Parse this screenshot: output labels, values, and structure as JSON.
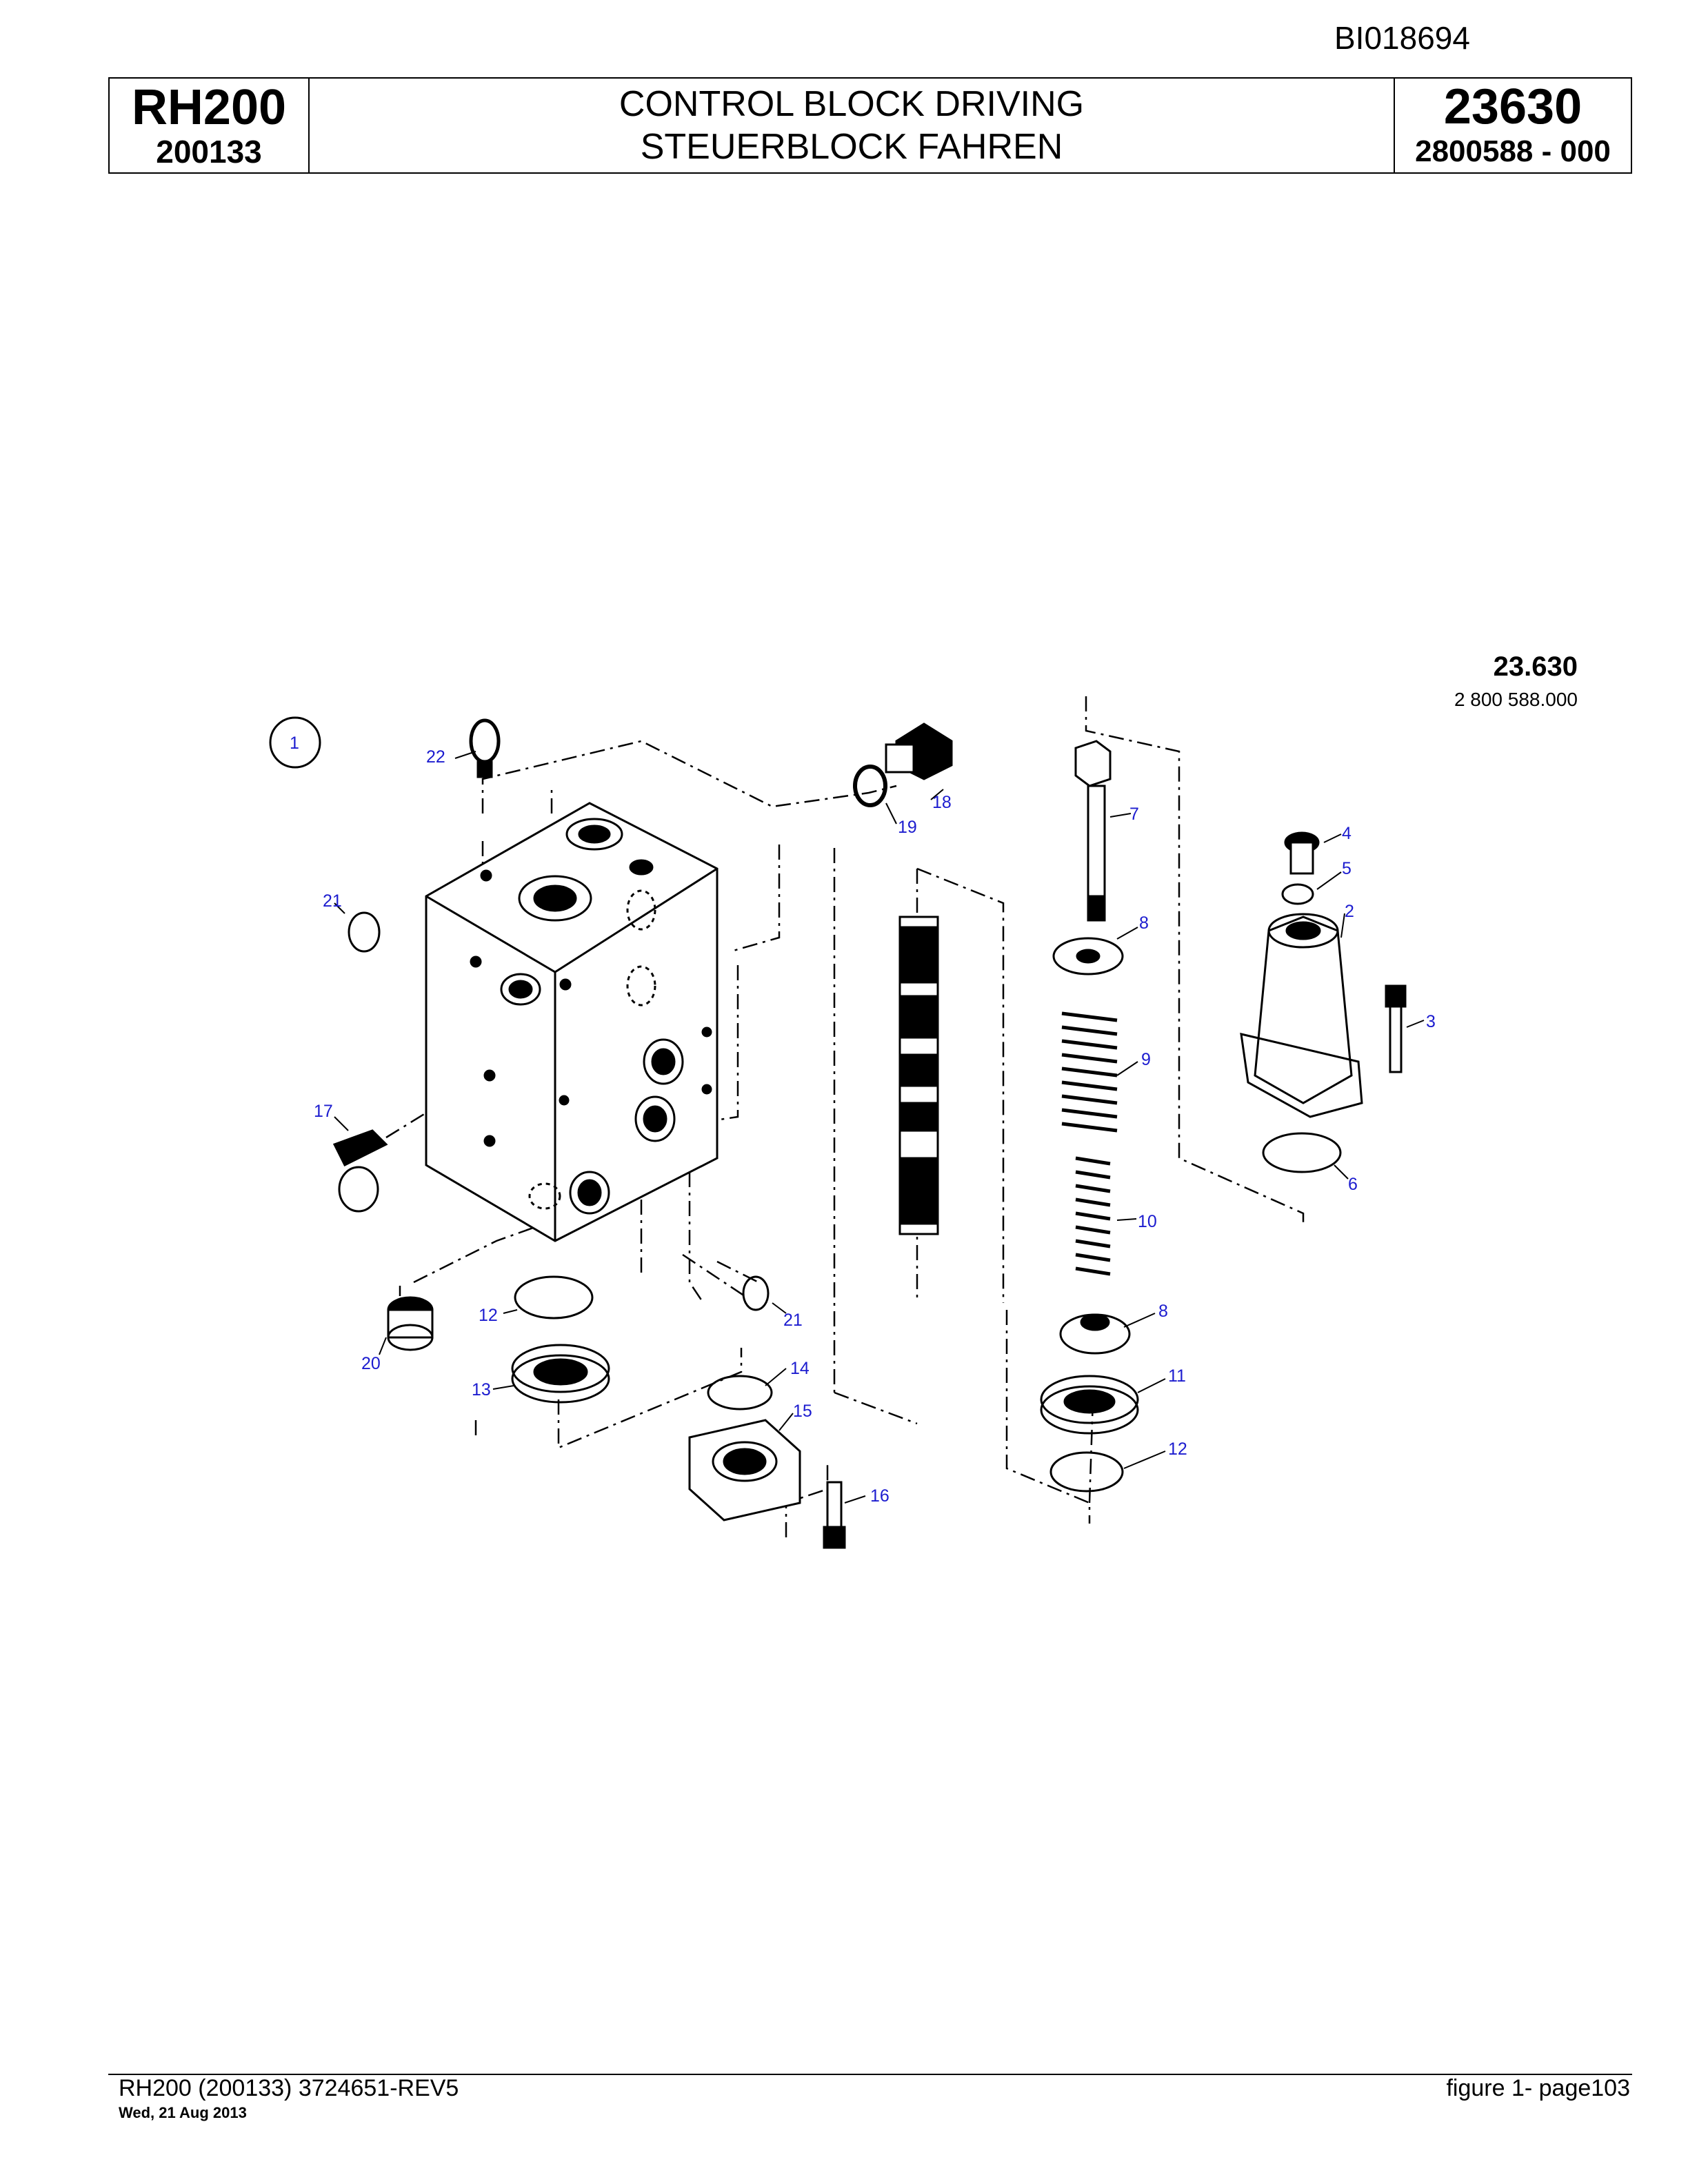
{
  "doc_id": "BI018694",
  "header": {
    "model": "RH200",
    "serial": "200133",
    "title_en": "CONTROL BLOCK DRIVING",
    "title_de": "STEUERBLOCK FAHREN",
    "group_no": "23630",
    "part_no": "2800588  - 000"
  },
  "diagram": {
    "ref_group": "23.630",
    "ref_part": "2 800 588.000",
    "callouts": [
      "1",
      "2",
      "3",
      "4",
      "5",
      "6",
      "7",
      "8",
      "8",
      "9",
      "10",
      "11",
      "12",
      "12",
      "13",
      "14",
      "15",
      "16",
      "17",
      "18",
      "19",
      "20",
      "21",
      "21",
      "22"
    ]
  },
  "footer": {
    "left": "RH200 (200133) 3724651-REV5",
    "date": "Wed, 21 Aug 2013",
    "right": "figure  1- page103"
  }
}
